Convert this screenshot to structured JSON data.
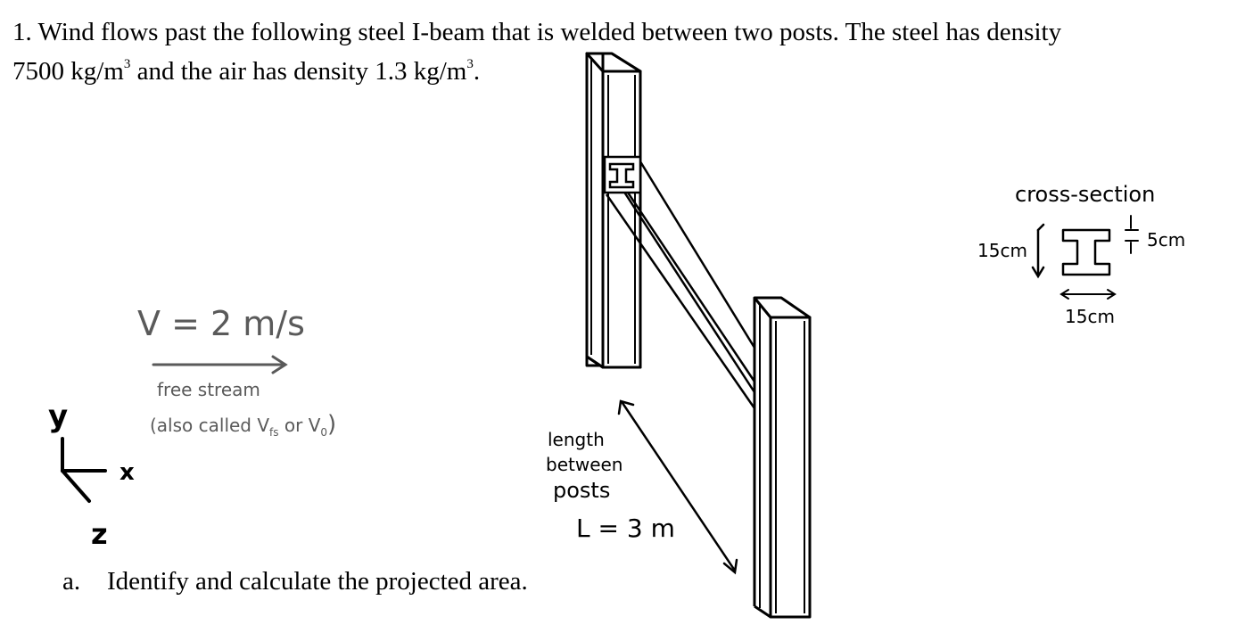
{
  "problem": {
    "number": "1.",
    "line1": "Wind flows past the following steel I-beam that is welded between two posts.  The steel has density",
    "line2_a": "7500 kg/m",
    "line2_b": " and the air has density 1.3 kg/m",
    "line2_c": ".",
    "superscript": "3"
  },
  "part_a": {
    "marker": "a.",
    "text": "Identify and calculate the projected area."
  },
  "velocity": {
    "label": "V = 2 m/s",
    "sub1": "free stream",
    "sub2": "(also called V",
    "sub2_fs": "fs",
    "sub2_or": " or V",
    "sub2_zero": "0",
    "sub2_end": ")"
  },
  "axes": {
    "y": "y",
    "x": "x",
    "z": "z"
  },
  "length": {
    "l1": "length",
    "l2": "between",
    "l3": "posts",
    "value": "L = 3 m"
  },
  "cross_section": {
    "title": "cross-section",
    "height": "15cm",
    "thickness": "5cm",
    "width": "15cm"
  },
  "colors": {
    "ink": "#000000",
    "pencil": "#5a5a5a"
  }
}
